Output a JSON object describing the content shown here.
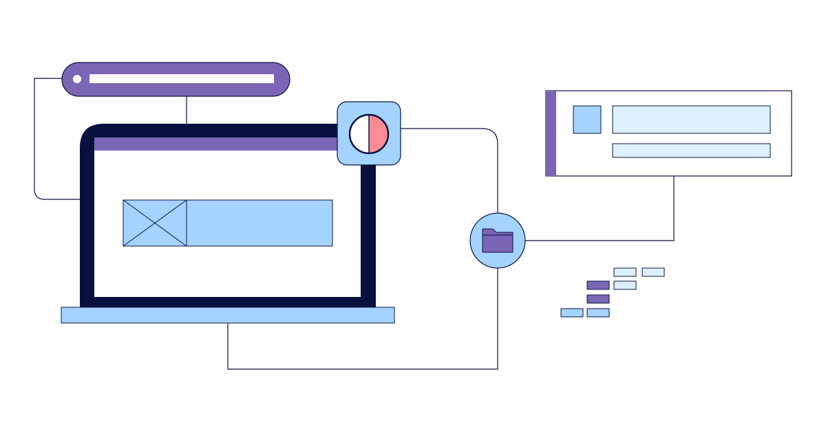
{
  "illustration": {
    "colors": {
      "background": "#ffffff",
      "purple": "#7A66B5",
      "navy": "#08103F",
      "light_blue": "#A5D3FF",
      "pale_blue": "#DDF0FF",
      "coral": "#FF8B95",
      "line": "#08103F"
    },
    "icons": [
      "search-bar-pill",
      "laptop",
      "image-placeholder",
      "half-filled-circle-icon",
      "folder-icon",
      "profile-card",
      "scattered-blocks"
    ]
  }
}
